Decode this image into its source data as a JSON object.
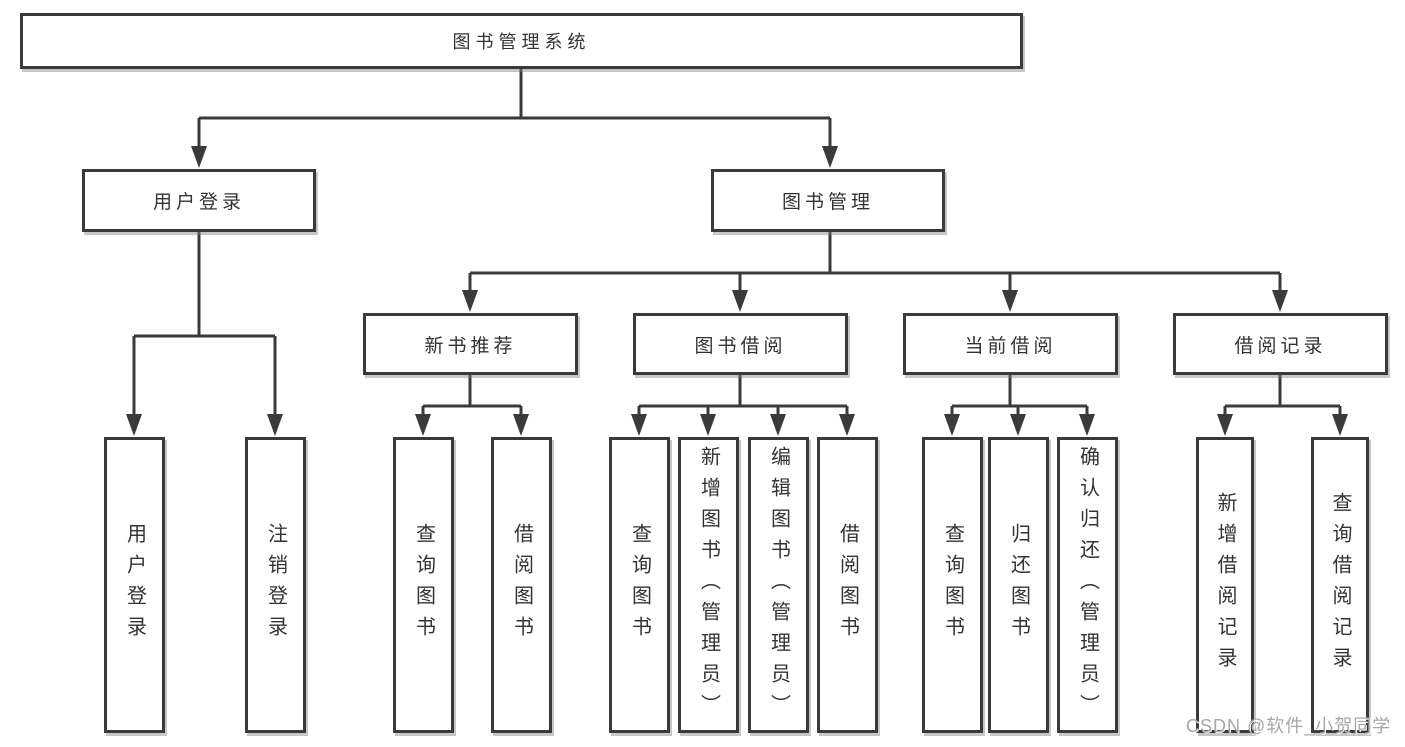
{
  "colors": {
    "line": "#3a3a3a",
    "box_border": "#3a3a3a",
    "box_fill": "#ffffff",
    "text": "#333333",
    "watermark": "#a7a7a7"
  },
  "tree": {
    "label": "图书管理系统",
    "children": [
      {
        "label": "用户登录",
        "children": [
          {
            "label": "用户登录"
          },
          {
            "label": "注销登录"
          }
        ]
      },
      {
        "label": "图书管理",
        "children": [
          {
            "label": "新书推荐",
            "children": [
              {
                "label": "查询图书"
              },
              {
                "label": "借阅图书"
              }
            ]
          },
          {
            "label": "图书借阅",
            "children": [
              {
                "label": "查询图书"
              },
              {
                "label": "新增图书（管理员）"
              },
              {
                "label": "编辑图书（管理员）"
              },
              {
                "label": "借阅图书"
              }
            ]
          },
          {
            "label": "当前借阅",
            "children": [
              {
                "label": "查询图书"
              },
              {
                "label": "归还图书"
              },
              {
                "label": "确认归还（管理员）"
              }
            ]
          },
          {
            "label": "借阅记录",
            "children": [
              {
                "label": "新增借阅记录"
              },
              {
                "label": "查询借阅记录"
              }
            ]
          }
        ]
      }
    ]
  },
  "watermark": {
    "text": "CSDN @软件_小贺同学"
  }
}
